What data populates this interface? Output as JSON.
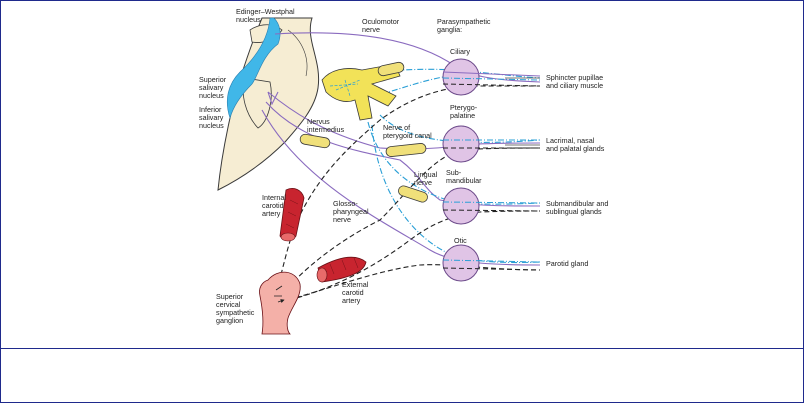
{
  "labels": {
    "edinger_westphal": [
      "Edinger–Westphal",
      "nucleus"
    ],
    "superior_salivary": [
      "Superior",
      "salivary",
      "nucleus"
    ],
    "inferior_salivary": [
      "Inferior",
      "salivary",
      "nucleus"
    ],
    "oculomotor": [
      "Oculomotor",
      "nerve"
    ],
    "parasympathetic": [
      "Parasympathetic",
      "ganglia:"
    ],
    "ciliary": [
      "Ciliary"
    ],
    "pterygopalatine": [
      "Pterygo-",
      "palatine"
    ],
    "submandibular": [
      "Sub-",
      "mandibular"
    ],
    "otic": [
      "Otic"
    ],
    "nervus_intermedius": [
      "Nervus",
      "intermedius"
    ],
    "nerve_pterygoid": [
      "Nerve of",
      "pterygoid canal"
    ],
    "lingual": [
      "Lingual",
      "nerve"
    ],
    "internal_carotid": [
      "Internal",
      "carotid",
      "artery"
    ],
    "glossopharyngeal": [
      "Glosso-",
      "pharyngeal",
      "nerve"
    ],
    "external_carotid": [
      "External",
      "carotid",
      "artery"
    ],
    "superior_cervical": [
      "Superior",
      "cervical",
      "sympathetic",
      "ganglion"
    ],
    "target_ciliary": [
      "Sphincter pupillae",
      "and ciliary muscle"
    ],
    "target_ptery": [
      "Lacrimal, nasal",
      "and palatal glands"
    ],
    "target_submand": [
      "Submandibular and",
      "sublingual glands"
    ],
    "target_otic": [
      "Parotid gland"
    ]
  },
  "colors": {
    "brainstem": "#f6edd3",
    "ventricle": "#40b7e8",
    "ganglion_fill": "#e0c4e6",
    "ganglion_stroke": "#6c4a8a",
    "nerve_bundle": "#f0e07a",
    "trigeminal": "#f2e258",
    "artery": "#c8242f",
    "sympathetic_ganglion": "#f4b0a8",
    "preganglionic": "#8a6bbf",
    "postganglionic": "#2a9fd6",
    "sympathetic": "#222222",
    "frame": "#1f2a8c"
  }
}
